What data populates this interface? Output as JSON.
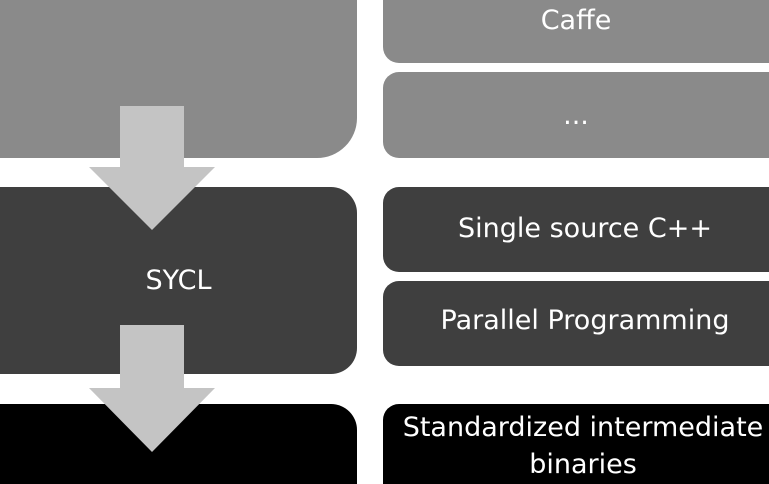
{
  "left": {
    "middle_label": "SYCL"
  },
  "right": {
    "items": [
      {
        "label": "Caffe"
      },
      {
        "label": "..."
      },
      {
        "label": "Single source C++"
      },
      {
        "label": "Parallel Programming"
      },
      {
        "label": "Standardized intermediate binaries"
      }
    ]
  },
  "colors": {
    "top_tier": "#8a8a8a",
    "middle_tier": "#3f3f3f",
    "bottom_tier": "#000000",
    "arrow": "#c4c4c4",
    "text": "#ffffff"
  }
}
